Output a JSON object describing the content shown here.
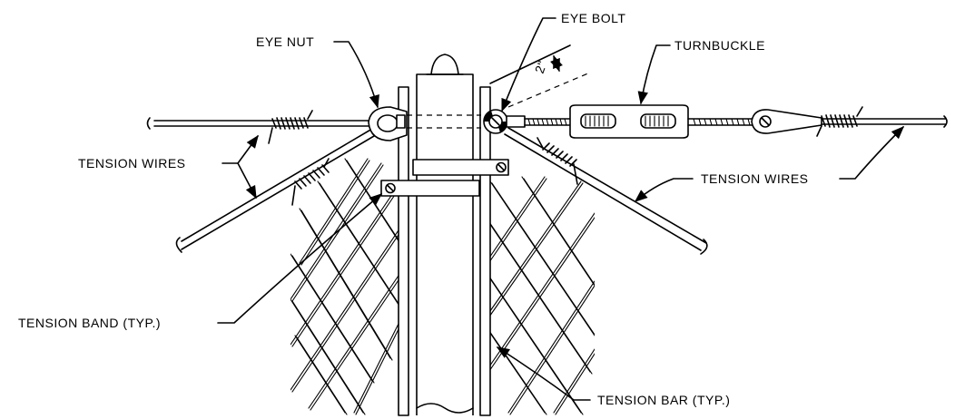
{
  "labels": {
    "eye_nut": "EYE NUT",
    "eye_bolt": "EYE BOLT",
    "dimension": "2\"",
    "turnbuckle": "TURNBUCKLE",
    "tension_wires_left": "TENSION WIRES",
    "tension_wires_right": "TENSION WIRES",
    "tension_band": "TENSION BAND (TYP.)",
    "tension_bar": "TENSION BAR (TYP.)"
  },
  "colors": {
    "line": "#000000",
    "background": "#ffffff"
  }
}
